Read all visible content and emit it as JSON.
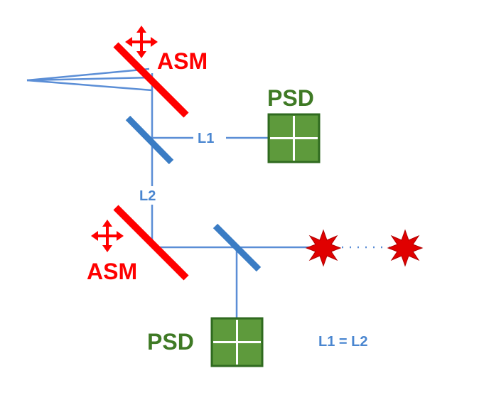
{
  "colors": {
    "beam": "#5B8ED6",
    "splitter": "#3A7CC4",
    "asm": "#FF0000",
    "psd_fill": "#5E9A3C",
    "psd_border": "#2F6A1F",
    "psd_text": "#3F7A25",
    "star": "#E00000",
    "label_blue": "#4A86D0"
  },
  "labels": {
    "asm_top": "ASM",
    "asm_bottom": "ASM",
    "psd_top": "PSD",
    "psd_bottom": "PSD",
    "l1": "L1",
    "l2": "L2",
    "equation": "L1 = L2"
  },
  "icons": {
    "move_arrows": "four-way-arrow-icon",
    "source": "star-burst-icon"
  }
}
